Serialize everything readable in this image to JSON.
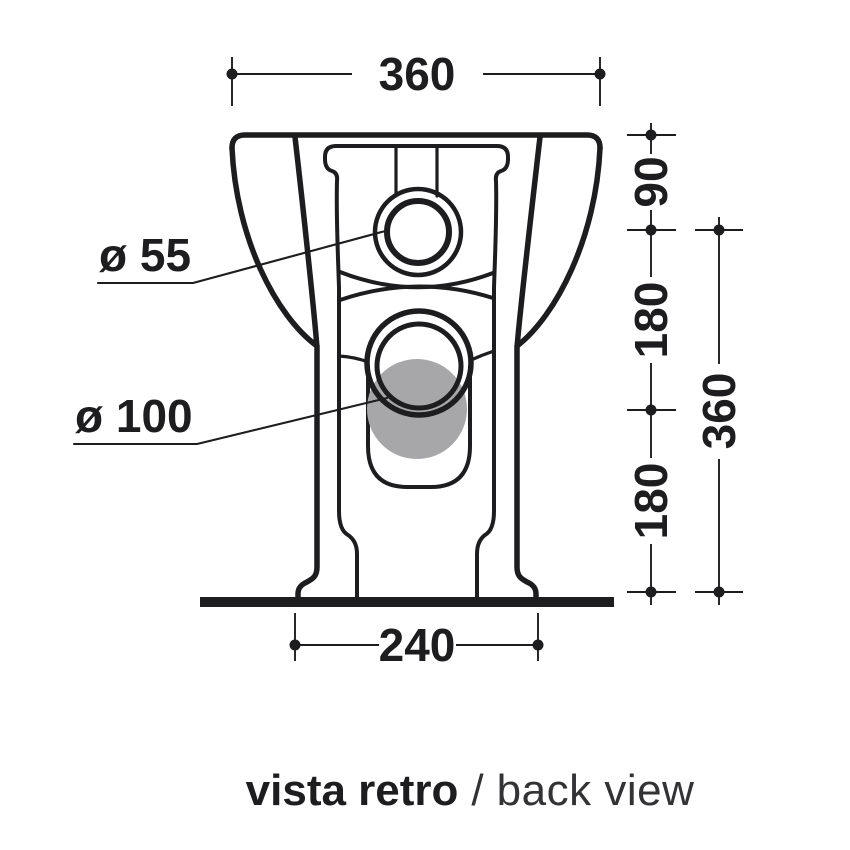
{
  "drawing": {
    "dim_top_width": "360",
    "dim_right_top": "90",
    "dim_right_mid": "180",
    "dim_right_low": "180",
    "dim_right_total": "360",
    "dim_bottom_width": "240",
    "label_small_hole": "ø 55",
    "label_large_hole": "ø 100"
  },
  "caption": {
    "primary": "vista retro",
    "separator": "/",
    "secondary": "back view"
  },
  "colors": {
    "line": "#1d1d1f",
    "text": "#1d1d20",
    "drain_gray": "#a7a7aa",
    "background": "#ffffff"
  }
}
